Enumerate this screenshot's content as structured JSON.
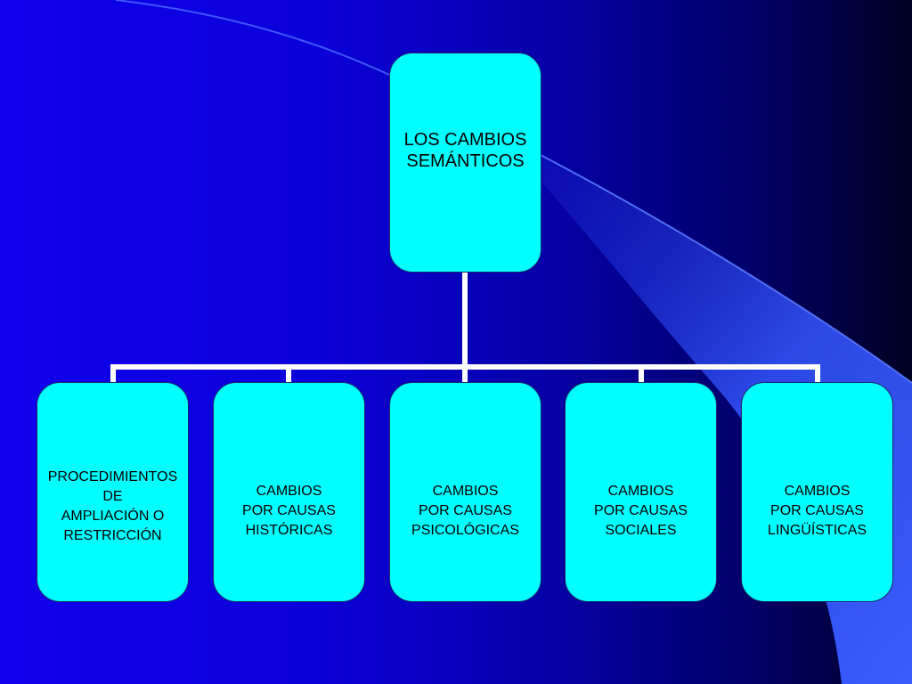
{
  "diagram": {
    "root": {
      "label": "LOS CAMBIOS\nSEMÁNTICOS"
    },
    "children": [
      {
        "label": "PROCEDIMIENTOS\n     DE\nAMPLIACIÓN  O\nRESTRICCIÓN"
      },
      {
        "label": "CAMBIOS\nPOR CAUSAS\nHISTÓRICAS"
      },
      {
        "label": "CAMBIOS\nPOR CAUSAS\nPSICOLÓGICAS"
      },
      {
        "label": "CAMBIOS\nPOR CAUSAS\nSOCIALES"
      },
      {
        "label": "CAMBIOS\nPOR CAUSAS\nLINGÜÍSTICAS"
      }
    ]
  },
  "colors": {
    "node_fill": "#00ffff",
    "connector": "#ffffff",
    "background_left": "#1100ee",
    "background_right": "#000022",
    "swoosh": "#3355ff"
  }
}
